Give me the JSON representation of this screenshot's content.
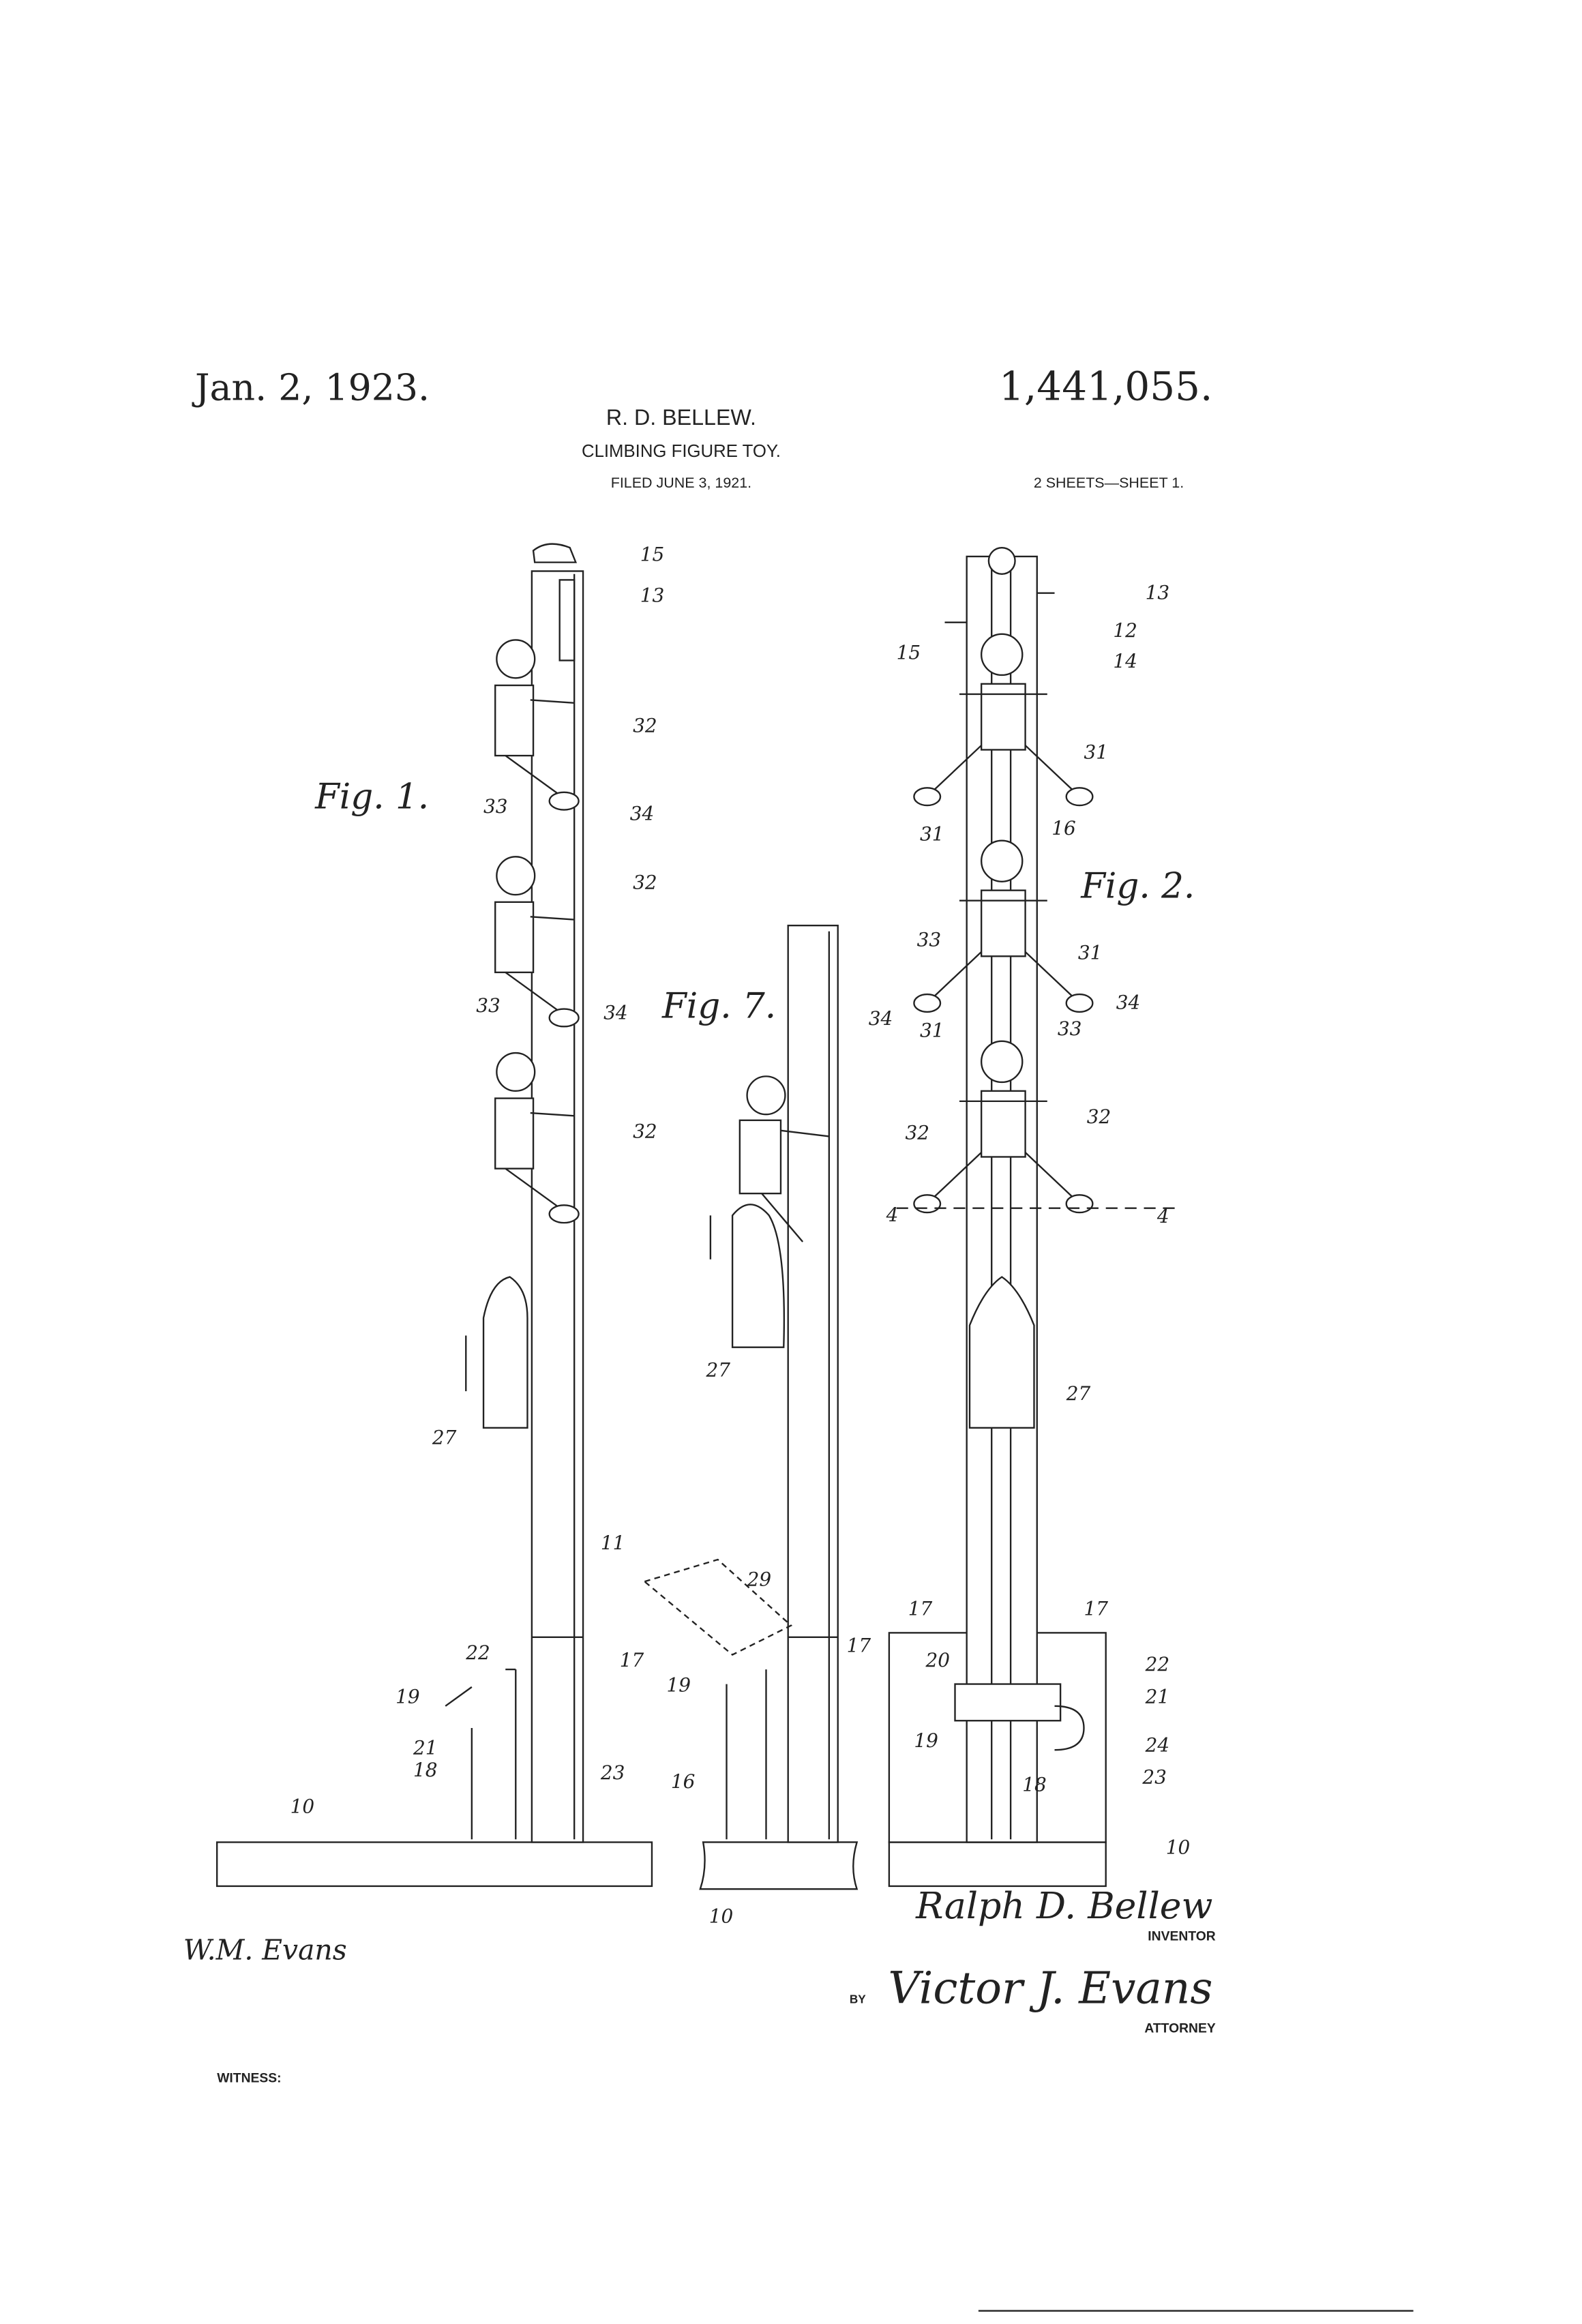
{
  "header": {
    "date": "Jan. 2, 1923.",
    "patent_number": "1,441,055.",
    "inventor_name": "R. D. BELLEW.",
    "title": "CLIMBING FIGURE TOY.",
    "filed": "FILED JUNE 3, 1921.",
    "sheets": "2 SHEETS—SHEET 1."
  },
  "figures": {
    "fig1": {
      "label": "Fig. 1.",
      "numerals": [
        "15",
        "13",
        "32",
        "33",
        "34",
        "32",
        "33",
        "34",
        "32",
        "27",
        "11",
        "22",
        "17",
        "19",
        "21",
        "18",
        "23",
        "10"
      ]
    },
    "fig7": {
      "label": "Fig. 7.",
      "numerals": [
        "27",
        "29",
        "19",
        "17",
        "16",
        "10"
      ]
    },
    "fig2": {
      "label": "Fig. 2.",
      "numerals": [
        "13",
        "12",
        "15",
        "14",
        "31",
        "31",
        "16",
        "33",
        "31",
        "34",
        "34",
        "31",
        "33",
        "32",
        "32",
        "4",
        "4",
        "27",
        "17",
        "17",
        "20",
        "22",
        "21",
        "19",
        "24",
        "18",
        "23",
        "10"
      ]
    }
  },
  "signatures": {
    "inventor_signature": "Ralph D. Bellew",
    "inventor_caption": "INVENTOR",
    "by": "BY",
    "attorney_signature": "Victor J. Evans",
    "attorney_caption": "ATTORNEY",
    "witness_signature": "W.M. Evans",
    "witness_caption": "WITNESS:"
  }
}
